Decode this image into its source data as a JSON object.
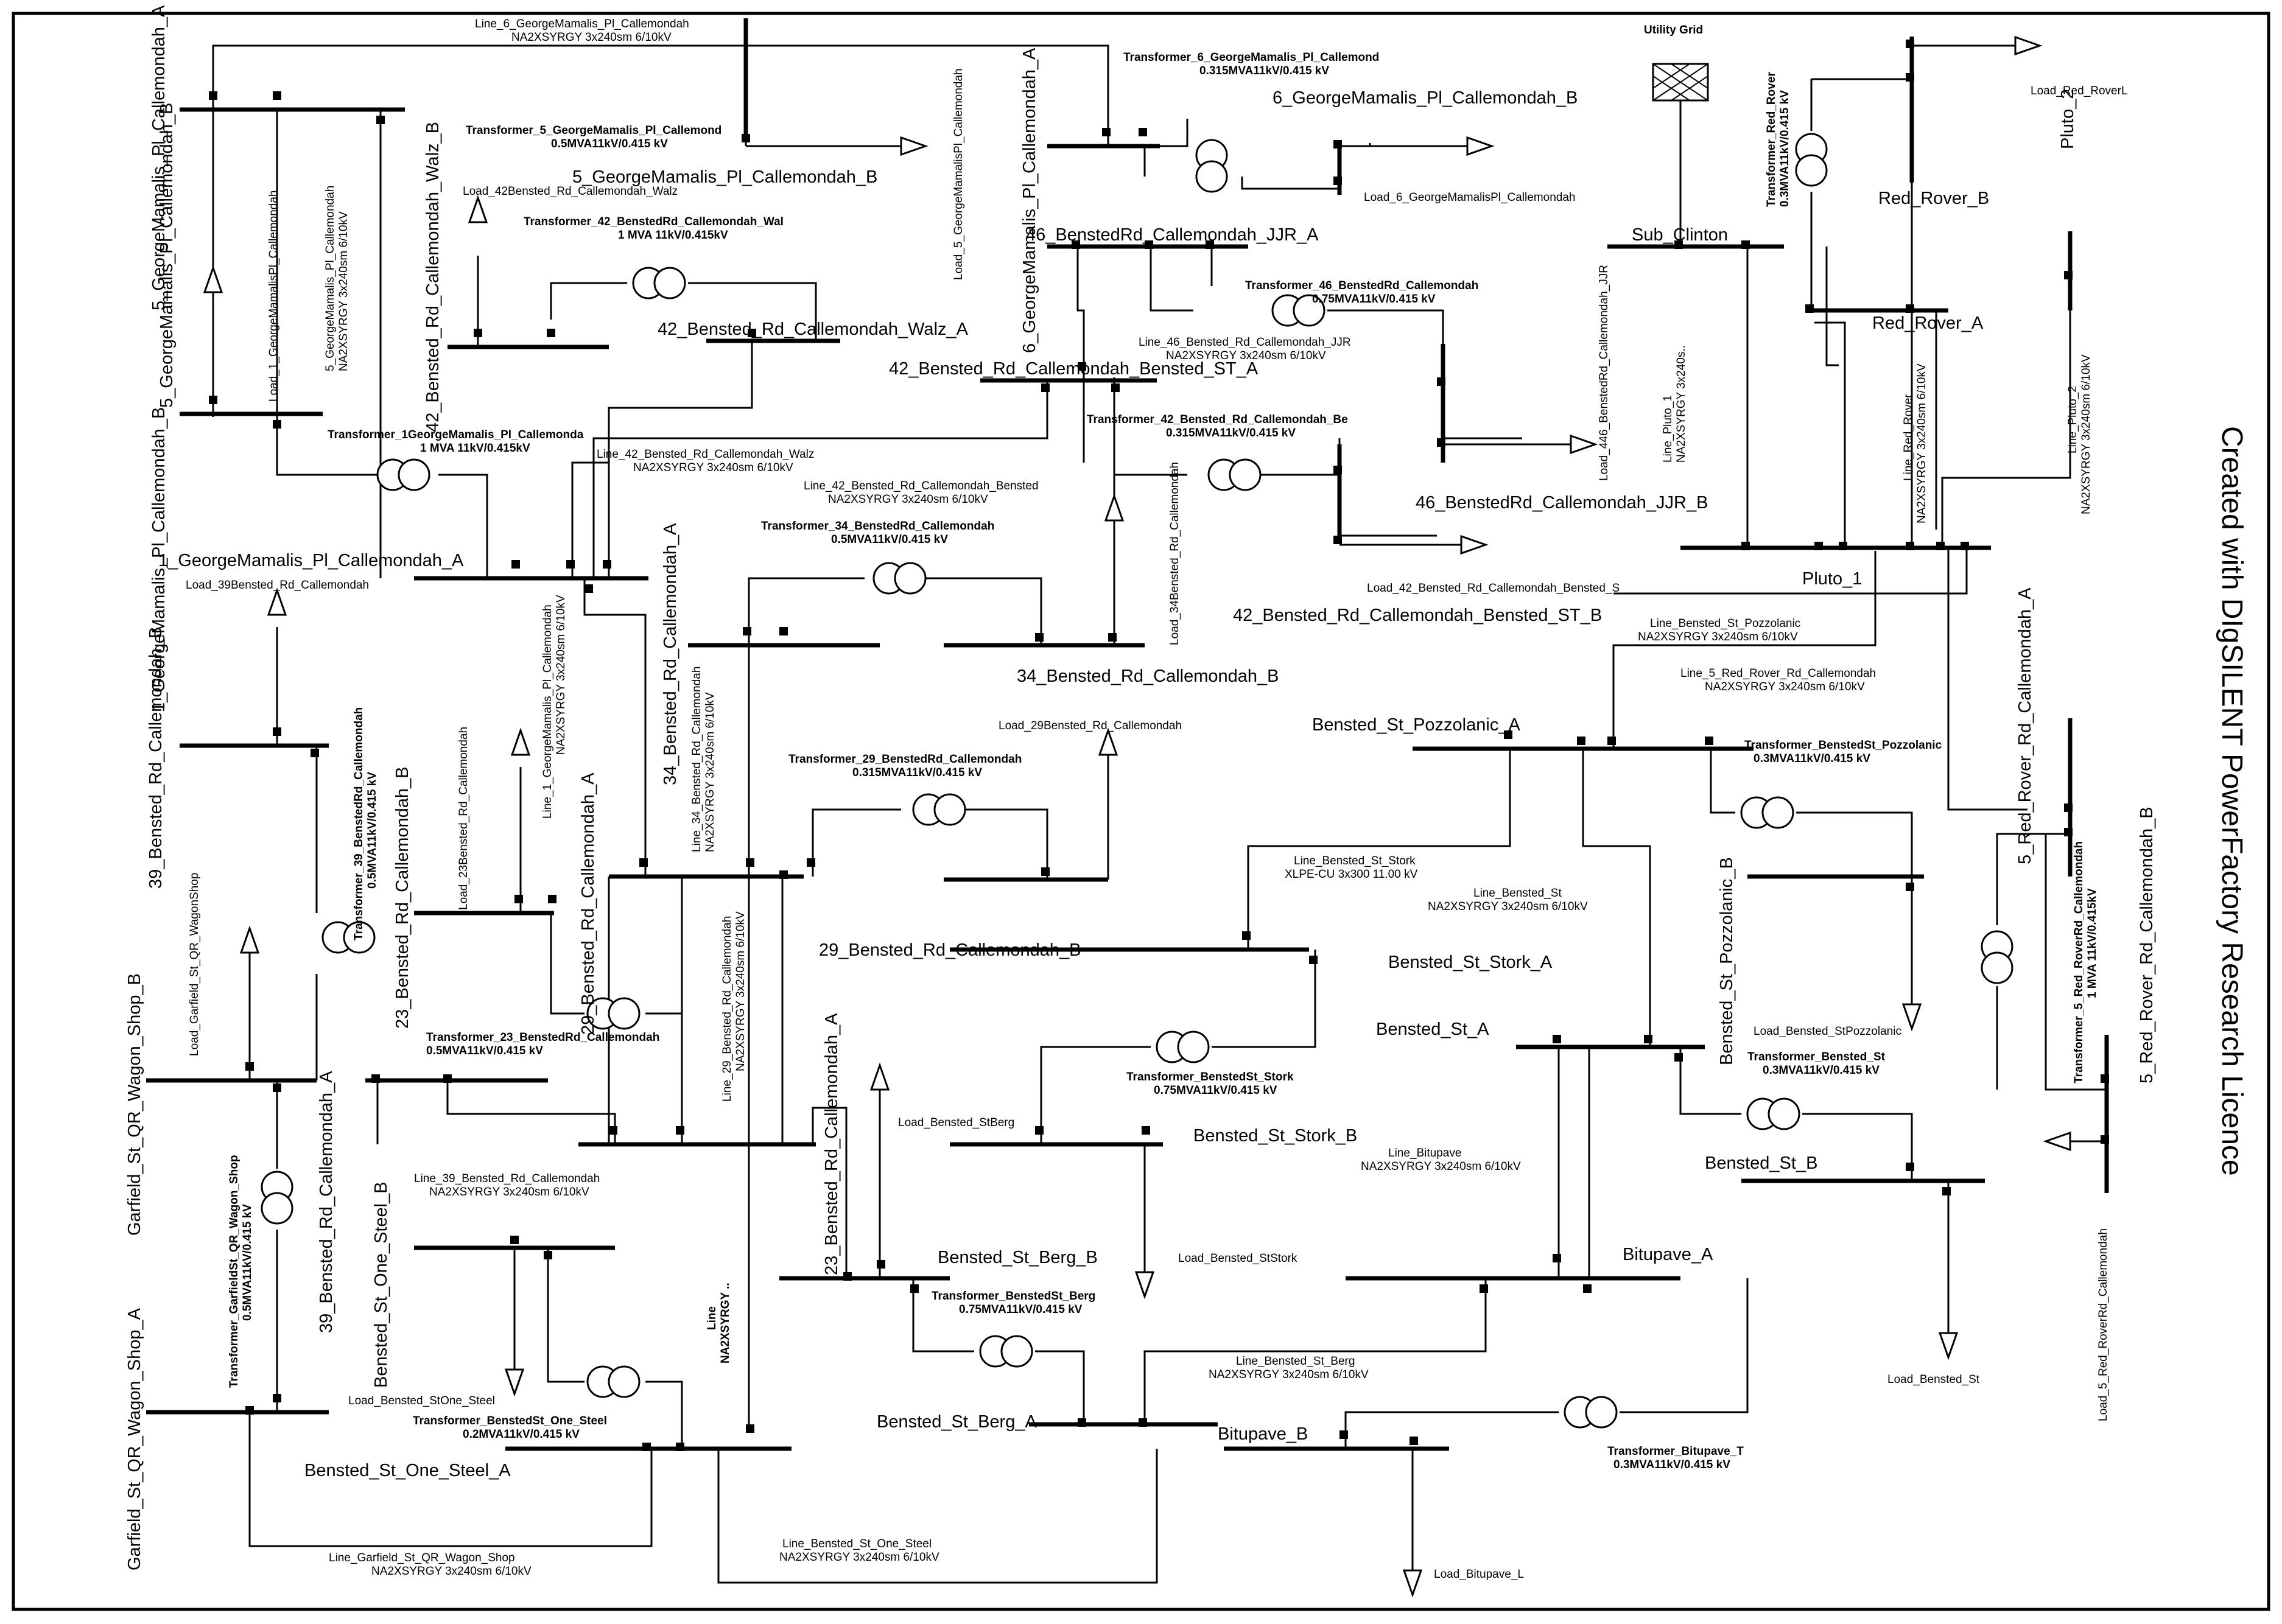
{
  "watermark": "Created with DIgSILENT PowerFactory Research Licence",
  "grid": {
    "label": "Utility Grid"
  },
  "buses": {
    "b5gA": "5_GeorgeMamalis_Pl_Callemondah_A",
    "b5gB": "5_GeorgeMamalis_Pl_Callemondah_B",
    "b5gB2": "5_GeorgeMamalis_Pl_Callemondah_B",
    "b6gA": "6_GeorgeMamalis_Pl_Callemondah_A",
    "b6gB": "6_GeorgeMamalis_Pl_Callemondah_B",
    "b1gA": "1_GeorgeMamalis_Pl_Callemondah_A",
    "b1gB": "1_GeorgeMamalis_Pl_Callemondah_B",
    "b42wB": "42_Bensted_Rd_Callemondah_Walz_B",
    "b42wA": "42_Bensted_Rd_Callemondah_Walz_A",
    "b46jA": "46_BenstedRd_Callemondah_JJR_A",
    "b46jB": "46_BenstedRd_Callemondah_JJR_B",
    "b42sA": "42_Bensted_Rd_Callemondah_Bensted_ST_A",
    "b42sB": "42_Bensted_Rd_Callemondah_Bensted_ST_B",
    "b34A": "34_Bensted_Rd_Callemondah_A",
    "b34B": "34_Bensted_Rd_Callemondah_B",
    "b39B": "39_Bensted_Rd_Callemondah_B",
    "b39A": "39_Bensted_Rd_Callemondah_A",
    "b29A": "29_Bensted_Rd_Callemondah_A",
    "b29B": "29_Bensted_Rd_Callemondah_B",
    "b23B": "23_Bensted_Rd_Callemondah_B",
    "b23A": "23_Bensted_Rd_Callemondah_A",
    "bgwB": "Garfield_St_QR_Wagon_Shop_B",
    "bgwA": "Garfield_St_QR_Wagon_Shop_A",
    "bosB": "Bensted_St_One_Steel_B",
    "bosA": "Bensted_St_One_Steel_A",
    "bsubc": "Sub_Clinton",
    "brrA": "Red_Rover_A",
    "brrB": "Red_Rover_B",
    "bpl1": "Pluto_1",
    "bpl2": "Pluto_2",
    "b5rA": "5_Red_Rover_Rd_Callemondah_A",
    "b5rB": "5_Red_Rover_Rd_Callemondah_B",
    "bpzA": "Bensted_St_Pozzolanic_A",
    "bpzB": "Bensted_St_Pozzolanic_B",
    "bskA": "Bensted_St_Stork_A",
    "bskB": "Bensted_St_Stork_B",
    "bbsA": "Bensted_St_A",
    "bbsB": "Bensted_St_B",
    "bbgB": "Bensted_St_Berg_B",
    "bbgA": "Bensted_St_Berg_A",
    "bbpA": "Bitupave_A",
    "bbpB": "Bitupave_B"
  },
  "transformers": {
    "t6g": [
      "Transformer_6_GeorgeMamalis_Pl_Callemond",
      "0.315MVA11kV/0.415 kV"
    ],
    "t5g": [
      "Transformer_5_GeorgeMamalis_Pl_Callemond",
      "0.5MVA11kV/0.415 kV"
    ],
    "t42w": [
      "Transformer_42_BenstedRd_Callemondah_Wal",
      "1 MVA 11kV/0.415kV"
    ],
    "t46": [
      "Transformer_46_BenstedRd_Callemondah",
      "0.75MVA11kV/0.415 kV"
    ],
    "t42s": [
      "Transformer_42_Bensted_Rd_Callemondah_Be",
      "0.315MVA11kV/0.415 kV"
    ],
    "t1g": [
      "Transformer_1GeorgeMamalis_Pl_Callemonda",
      "1 MVA 11kV/0.415kV"
    ],
    "t34": [
      "Transformer_34_BenstedRd_Callemondah",
      "0.5MVA11kV/0.415 kV"
    ],
    "t39": [
      "Transformer_39_BenstedRd_Callemondah",
      "0.5MVA11kV/0.415 kV"
    ],
    "t29": [
      "Transformer_29_BenstedRd_Callemondah",
      "0.315MVA11kV/0.415 kV"
    ],
    "t23": [
      "Transformer_23_BenstedRd_Callemondah",
      "0.5MVA11kV/0.415 kV"
    ],
    "tgw": [
      "Transformer_GarfieldSt_QR_Wagon_Shop",
      "0.5MVA11kV/0.415 kV"
    ],
    "tos": [
      "Transformer_BenstedSt_One_Steel",
      "0.2MVA11kV/0.415 kV"
    ],
    "trr": [
      "Transformer_Red_Rover",
      "0.3MVA11kV/0.415 kV"
    ],
    "tpz": [
      "Transformer_BenstedSt_Pozzolanic",
      "0.3MVA11kV/0.415 kV"
    ],
    "t5r": [
      "Transformer_5_Red_RoverRd_Callemondah",
      "1 MVA 11kV/0.415kV"
    ],
    "tsk": [
      "Transformer_BenstedSt_Stork",
      "0.75MVA11kV/0.415 kV"
    ],
    "tbs": [
      "Transformer_Bensted_St",
      "0.3MVA11kV/0.415 kV"
    ],
    "tbg": [
      "Transformer_BenstedSt_Berg",
      "0.75MVA11kV/0.415 kV"
    ],
    "tbp": [
      "Transformer_Bitupave_T",
      "0.3MVA11kV/0.415 kV"
    ]
  },
  "lines": {
    "l6g": [
      "Line_6_GeorgeMamalis_Pl_Callemondah",
      "NA2XSYRGY 3x240sm 6/10kV"
    ],
    "l42w": [
      "Line_42_Bensted_Rd_Callemondah_Walz",
      "NA2XSYRGY 3x240sm 6/10kV"
    ],
    "l42s": [
      "Line_42_Bensted_Rd_Callemondah_Bensted",
      "NA2XSYRGY 3x240sm 6/10kV"
    ],
    "l46": [
      "Line_46_Bensted_Rd_Callemondah_JJR",
      "NA2XSYRGY 3x240sm 6/10kV"
    ],
    "l5gv": [
      "5_GeorgeMamalis_Pl_Callemondah",
      "NA2XSYRGY 3x240sm 6/10kV"
    ],
    "l1gv": [
      "Line_1_GeorgeMamalis_Pl_Callemondah",
      "NA2XSYRGY 3x240sm 6/10kV"
    ],
    "l34v": [
      "Line_34_Bensted_Rd_Callemondah",
      "NA2XSYRGY 3x240sm 6/10kV"
    ],
    "l29v": [
      "Line_29_Bensted_Rd_Callemondah",
      "NA2XSYRGY 3x240sm 6/10kV"
    ],
    "l39": [
      "Line_39_Bensted_Rd_Callemondah",
      "NA2XSYRGY 3x240sm 6/10kV"
    ],
    "lgw": [
      "Line_Garfield_St_QR_Wagon_Shop",
      "NA2XSYRGY 3x240sm 6/10kV"
    ],
    "los": [
      "Line_Bensted_St_One_Steel",
      "NA2XSYRGY 3x240sm 6/10kV"
    ],
    "lline": [
      "Line",
      "NA2XSYRGY .."
    ],
    "lpluto1": [
      "Line_Pluto_1",
      "NA2XSYRGY 3x240s.."
    ],
    "lrr": [
      "Line_Red_Rover",
      "NA2XSYRGY 3x240sm 6/10kV"
    ],
    "lpluto2": [
      "Line_Pluto_2",
      "NA2XSYRGY 3x240sm 6/10kV"
    ],
    "lpz": [
      "Line_Bensted_St_Pozzolanic",
      "NA2XSYRGY 3x240sm 6/10kV"
    ],
    "l5r": [
      "Line_5_Red_Rover_Rd_Callemondah",
      "NA2XSYRGY 3x240sm 6/10kV"
    ],
    "lsk": [
      "Line_Bensted_St_Stork",
      "XLPE-CU 3x300  11.00 kV"
    ],
    "lbs": [
      "Line_Bensted_St",
      "NA2XSYRGY 3x240sm 6/10kV"
    ],
    "lbp": [
      "Line_Bitupave",
      "NA2XSYRGY 3x240sm 6/10kV"
    ],
    "lbg": [
      "Line_Bensted_St_Berg",
      "NA2XSYRGY 3x240sm 6/10kV"
    ]
  },
  "loads": {
    "ld5g": "Load_5_GeorgeMamalisPl_Callemondah",
    "ld6g": "Load_6_GeorgeMamalisPl_Callemondah",
    "ld42w": "Load_42Bensted_Rd_Callemondah_Walz",
    "ld1g": "Load_1_GeorgeMamalisPl_Callemondah",
    "ld446": "Load_446_BenstedRd_Callemondah_JJR",
    "ld42s": "Load_42_Bensted_Rd_Callemondah_Bensted_S",
    "ld34": "Load_34Bensted_Rd_Callemondah",
    "ld39": "Load_39Bensted_Rd_Callemondah",
    "ld29": "Load_29Bensted_Rd_Callemondah",
    "ld23": "Load_23Bensted_Rd_Callemondah",
    "ldgw": "Load_Garfield_St_QR_WagonShop",
    "ldos": "Load_Bensted_StOne_Steel",
    "ldbg": "Load_Bensted_StBerg",
    "ldsk": "Load_Bensted_StStork",
    "ldpz": "Load_Bensted_StPozzolanic",
    "ldbs": "Load_Bensted_St",
    "ldbp": "Load_Bitupave_L",
    "ldrr": "Load_Red_RoverL",
    "ld5r": "Load_5_Red_RoverRd_Callemondah"
  }
}
